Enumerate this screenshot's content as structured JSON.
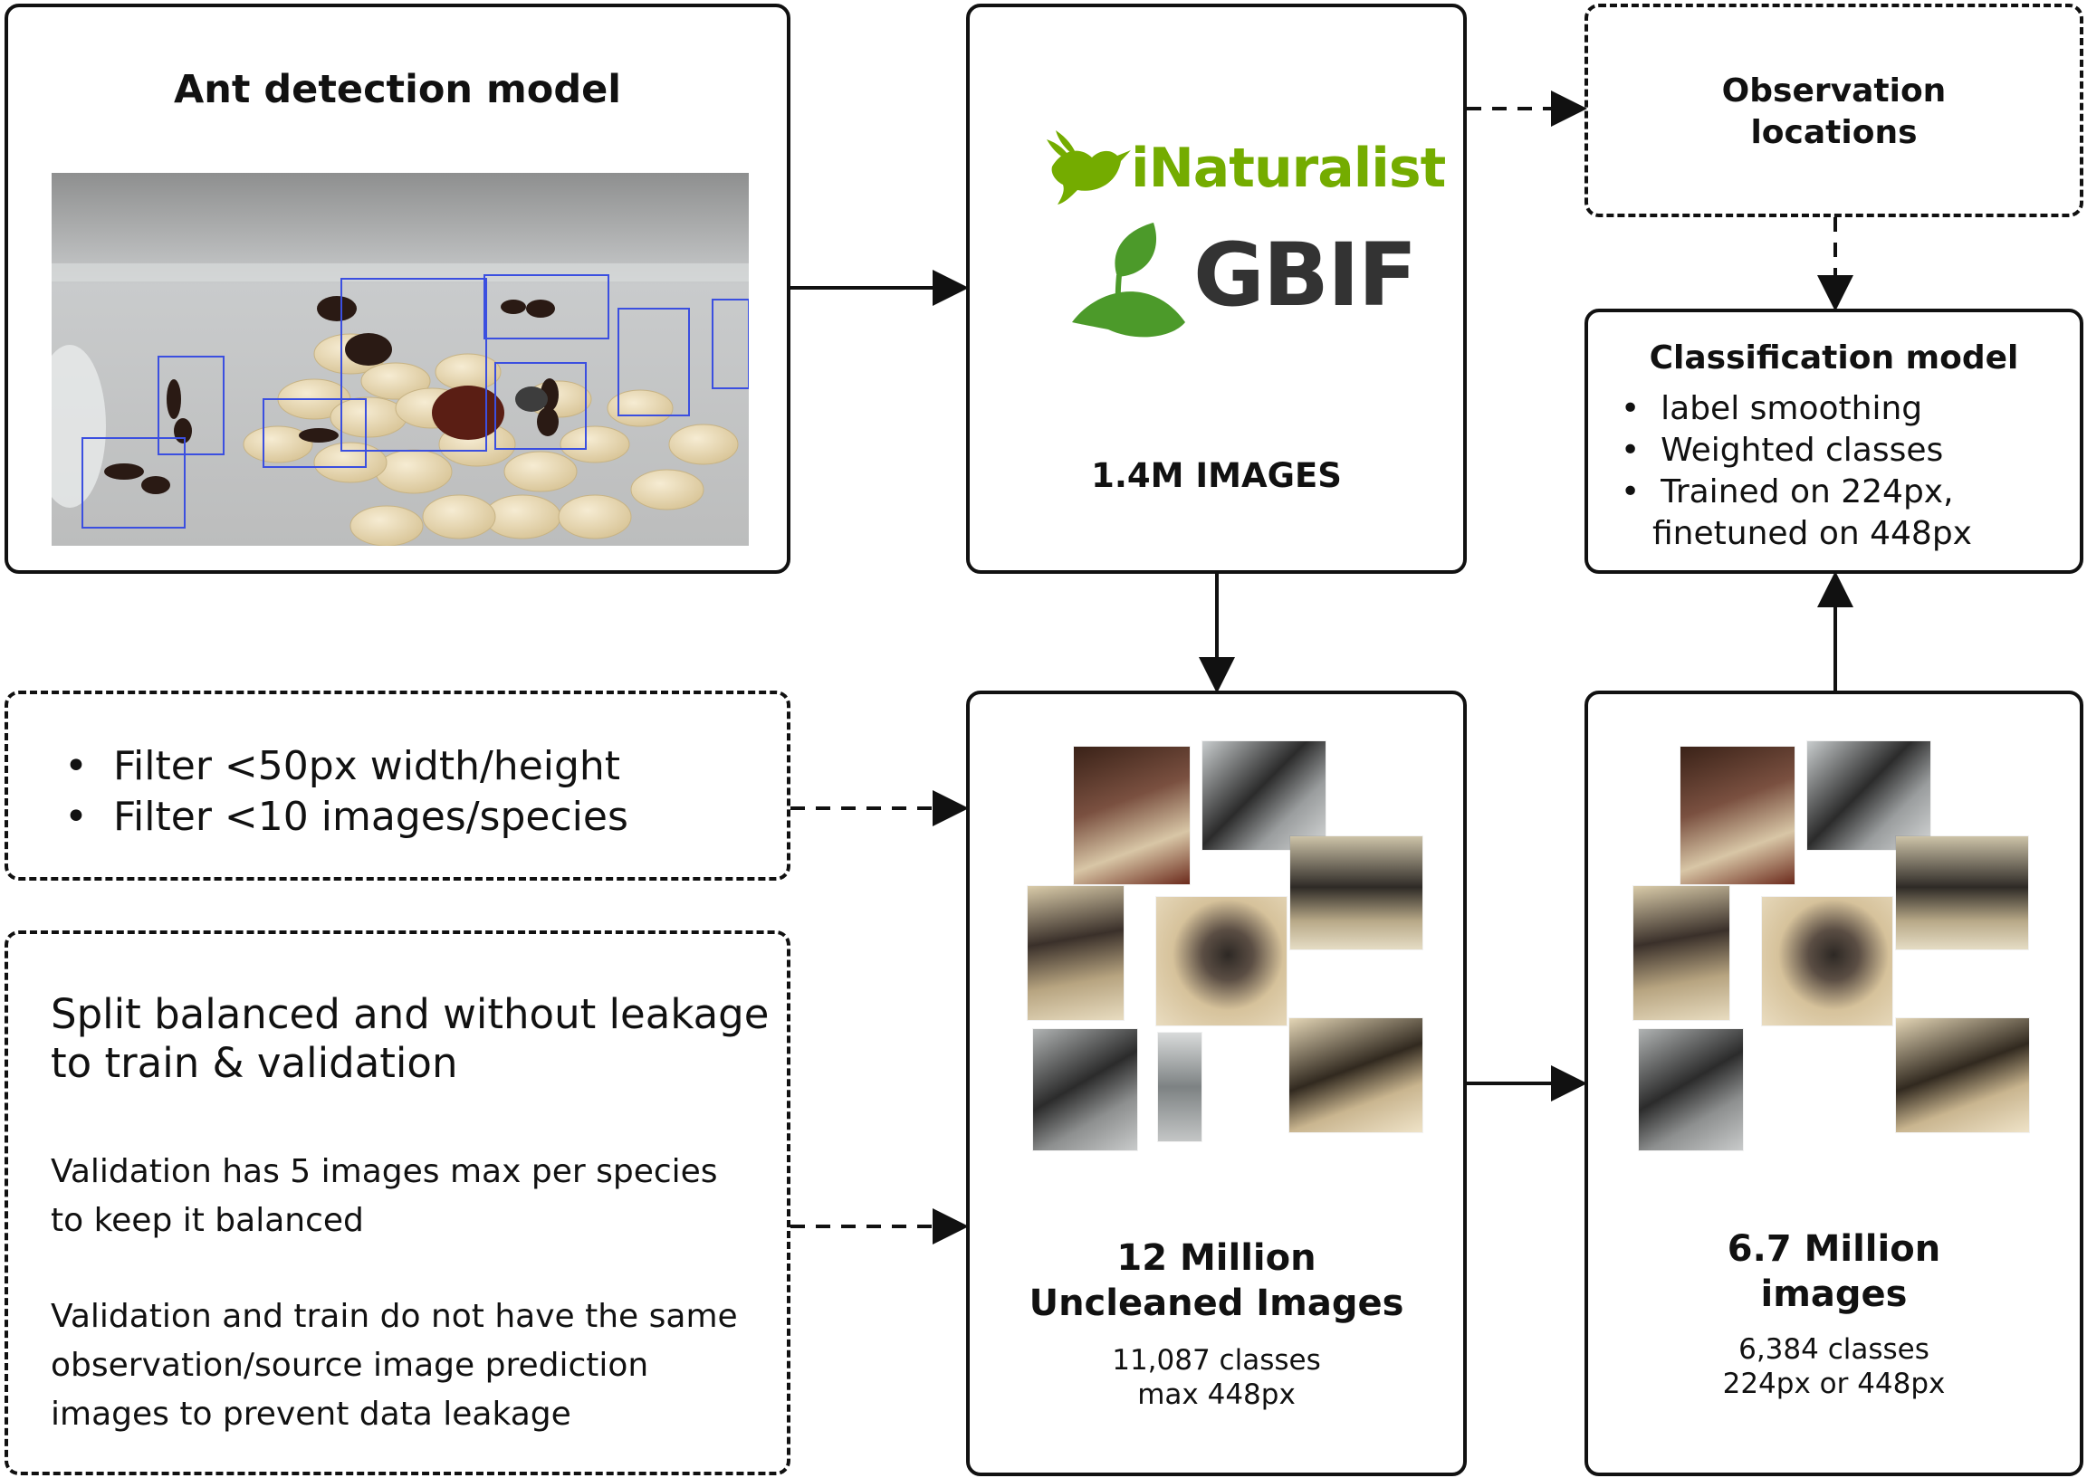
{
  "detection": {
    "title": "Ant detection model"
  },
  "sources": {
    "inaturalist": "iNaturalist",
    "gbif": "GBIF",
    "count": "1.4M IMAGES"
  },
  "observation": {
    "line1": "Observation",
    "line2": "locations"
  },
  "classification": {
    "title": "Classification model",
    "items": [
      "label smoothing",
      "Weighted classes",
      "Trained on 224px,",
      "finetuned on 448px"
    ]
  },
  "filter": {
    "items": [
      "Filter <50px width/height",
      "Filter <10 images/species"
    ]
  },
  "split": {
    "heading_line1": "Split balanced and without leakage",
    "heading_line2": "to train & validation",
    "p1_line1": "Validation has 5 images max per species",
    "p1_line2": "to keep it balanced",
    "p2_line1": "Validation and train do not have the same",
    "p2_line2": "observation/source image prediction",
    "p2_line3": "images to prevent data leakage"
  },
  "uncleaned": {
    "line1": "12 Million",
    "line2": "Uncleaned Images",
    "classes": "11,087 classes",
    "size": "max 448px"
  },
  "cleaned": {
    "line1": "6.7 Million",
    "line2": "images",
    "classes": "6,384 classes",
    "size": "224px or 448px"
  },
  "colors": {
    "inat_green": "#74ac00",
    "gbif_green": "#4c9a2a",
    "gbif_text": "#333333",
    "bbox_blue": "#3b4fe0"
  }
}
